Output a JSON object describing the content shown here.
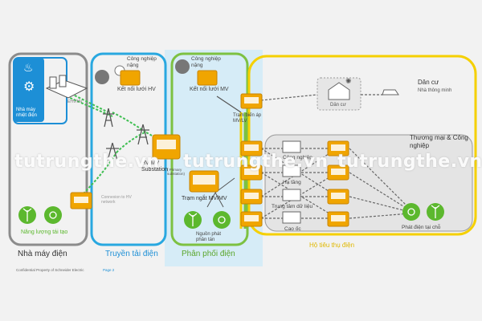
{
  "sections": {
    "generation": "Nhà máy điện",
    "transmission": "Truyền tải điện",
    "distribution": "Phân phối điện",
    "consumers": "Hộ tiêu thụ điện"
  },
  "generation": {
    "power_plant_label": "Nhà máy nhiệt điện",
    "hv_label": "EHV/HV",
    "renewable_label": "Năng lượng tái tạo",
    "connection_label": "Connexion to HV network"
  },
  "transmission": {
    "industry_label": "Công nghiệp nặng",
    "hv_connect_label": "Kết nối lưới HV",
    "substation_label": "HV/MV Substation",
    "primary_label": "( Primary substation)"
  },
  "distribution": {
    "industry_label": "Công nghiệp nặng",
    "mv_connect_label": "Kết nối lưới MV",
    "transformer_label": "Trạm biến áp MV/LV",
    "switching_label": "Trạm ngắt MV/MV",
    "distributed_gen_label": "Nguồn phát phân tán"
  },
  "consumers": {
    "residential_title": "Dân cư",
    "smart_home_label": "Nhà thông minh",
    "residence_label": "Dân cư",
    "commercial_title": "Thương mại & Công nghiệp",
    "light_industry_label": "Công nghiệp",
    "infrastructure_label": "Hạ tầng",
    "data_center_label": "Trung tâm dữ liệu",
    "building_label": "Cao ốc",
    "onsite_gen_label": "Phát điện tại chỗ"
  },
  "footer": {
    "confidential": "Confidential Property of Schneider Electric",
    "page": "Page 2"
  },
  "watermark": "tutrungthe.vn",
  "colors": {
    "generation_border": "#8c8c8c",
    "transmission_border": "#29a8e0",
    "distribution_border": "#7dc142",
    "consumers_border": "#f5d000",
    "equipment_orange": "#f0a500",
    "plant_blue": "#1d8fd6",
    "renewable_green": "#5cb82e"
  }
}
